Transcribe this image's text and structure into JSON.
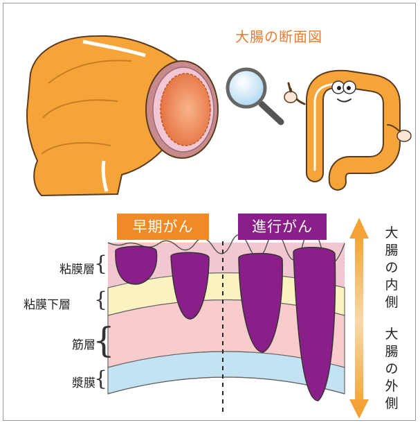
{
  "title": "大腸の断面図",
  "badges": {
    "early": {
      "text": "早期がん",
      "color": "#f08a24"
    },
    "advanced": {
      "text": "進行がん",
      "color": "#8b1f8a"
    }
  },
  "layers": {
    "mucosa": "粘膜層",
    "submucosa": "粘膜下層",
    "muscle": "筋層",
    "serosa": "漿膜"
  },
  "arrow_labels": {
    "inner": [
      "大",
      "腸",
      "の",
      "内",
      "側"
    ],
    "outer": [
      "大",
      "腸",
      "の",
      "外",
      "側"
    ]
  },
  "colors": {
    "intestine_orange": "#f5a43a",
    "tumor_purple": "#8b1f8a",
    "mucosa_pink": "#f3c7cf",
    "submucosa_yellow": "#fbf2c2",
    "muscle_pink": "#f8cccc",
    "serosa_blue": "#c3e3f3",
    "arrow_orange": "#f2a33a"
  }
}
